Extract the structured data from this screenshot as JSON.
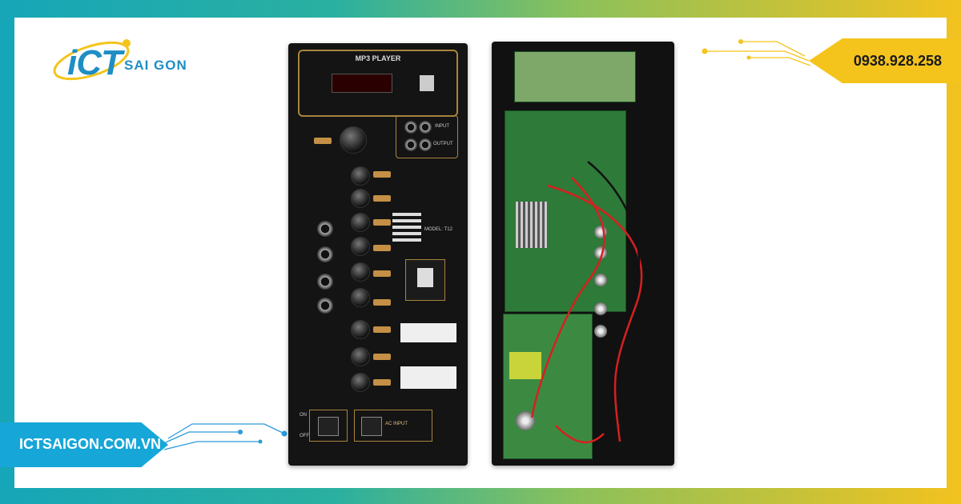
{
  "brand": {
    "logo_text": "iCT",
    "logo_sub": "SAI GON"
  },
  "contact": {
    "phone": "0938.928.258",
    "website": "ICTSAIGON.COM.VN"
  },
  "product_front": {
    "title": "MP3 PLAYER",
    "model": "MODEL: T12",
    "labels": [
      "INPUT",
      "OUTPUT",
      "ON",
      "OFF",
      "AC INPUT"
    ]
  },
  "colors": {
    "accent_yellow": "#f5c41c",
    "accent_blue": "#16a6d8",
    "logo_blue": "#1e8ec4",
    "panel_gold": "#c49046"
  }
}
